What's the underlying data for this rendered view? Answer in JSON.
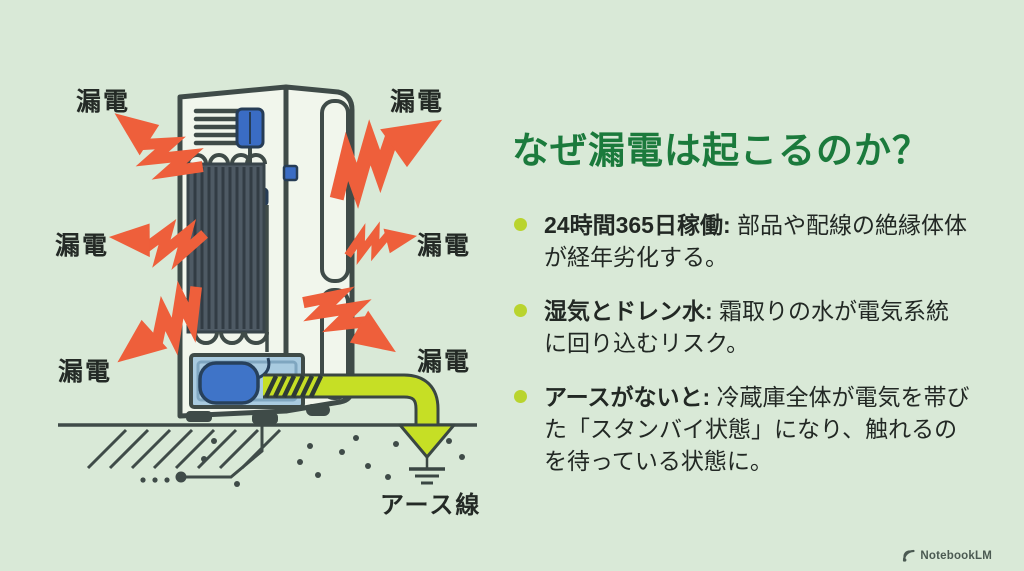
{
  "content": {
    "title": "なぜ漏電は起こるのか？",
    "bullets": [
      {
        "lead": "24時間365日稼働:",
        "body": " 部品や配線の絶縁体体が経年劣化する。"
      },
      {
        "lead": "湿気とドレン水:",
        "body": " 霜取りの水が電気系統に回り込むリスク。"
      },
      {
        "lead": "アースがないと:",
        "body": " 冷蔵庫全体が電気を帯びた「スタンバイ状態」になり、触れるのを待っている状態に。"
      }
    ]
  },
  "diagram": {
    "leak_labels": [
      "漏電",
      "漏電",
      "漏電",
      "漏電",
      "漏電",
      "漏電"
    ],
    "ground_wire_label": "アース線"
  },
  "footer": {
    "brand": "NotebookLM"
  },
  "colors": {
    "background": "#d9e9d7",
    "title_green": "#1b7a3c",
    "bullet_dot": "#b9d42e",
    "leak_arrow": "#ee5f3b",
    "ground_cable": "#c6df25",
    "outline_dark": "#3f4b48",
    "body_text": "#222824",
    "compressor_blue": "#3f74c8",
    "compartment_blue": "#a9cbe0"
  }
}
